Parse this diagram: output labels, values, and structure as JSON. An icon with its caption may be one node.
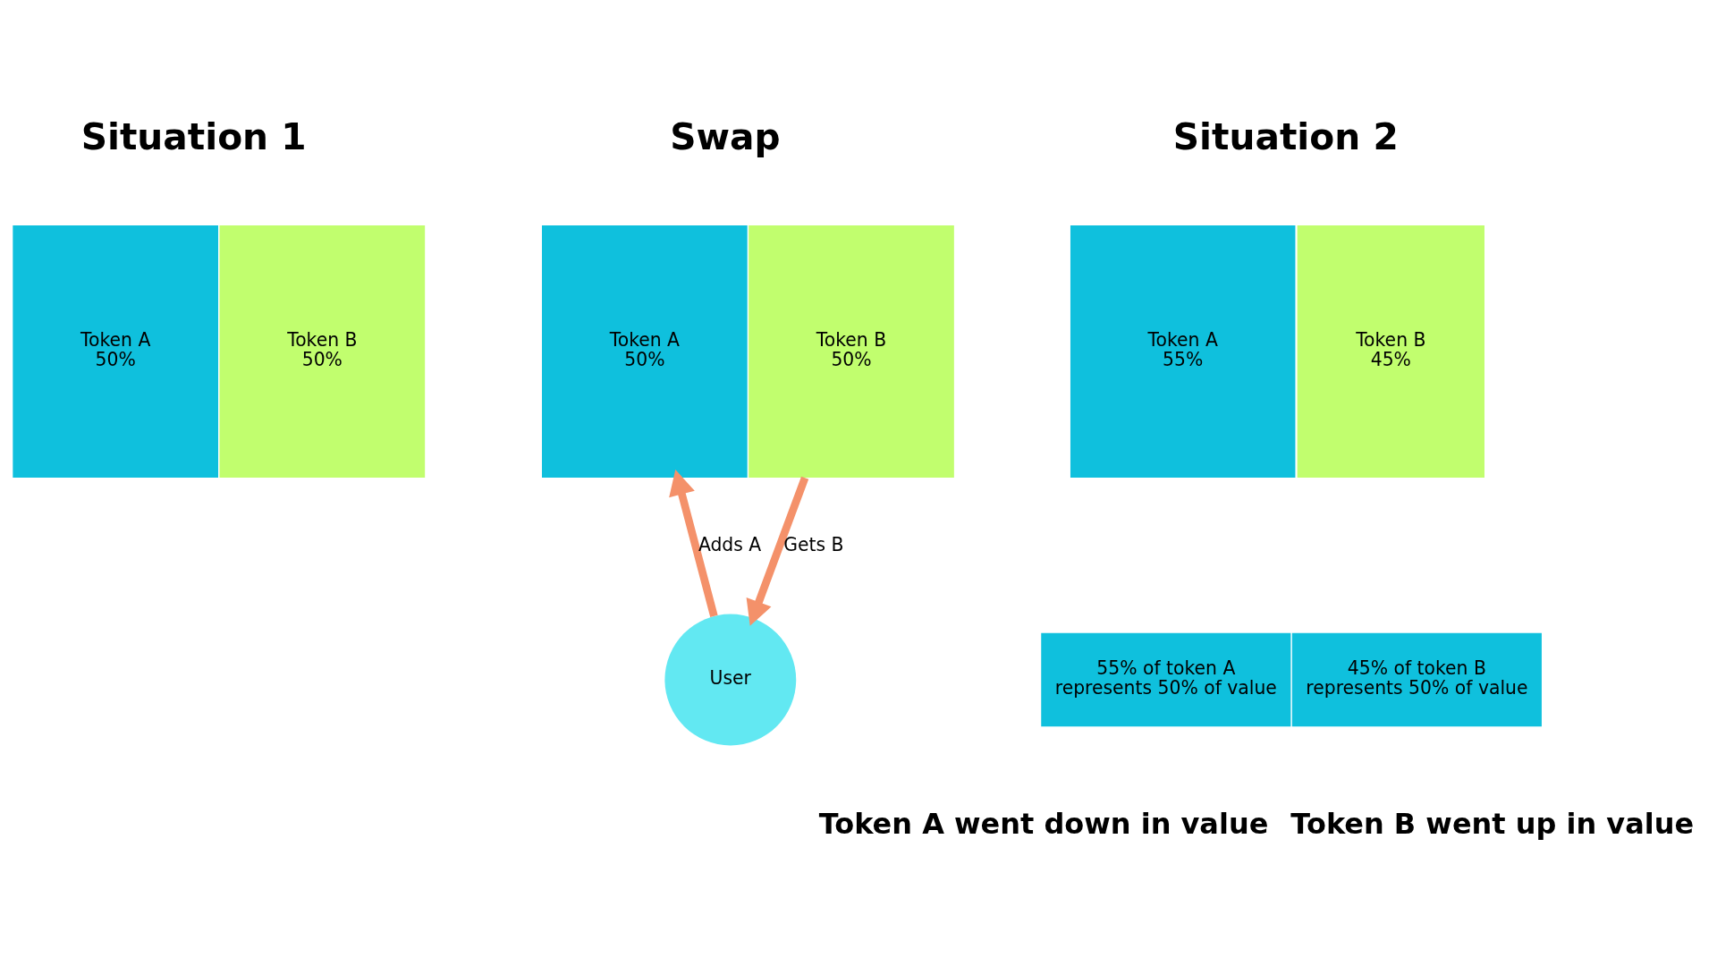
{
  "diagram": {
    "nodes": [
      {
        "text": [
          "Token A",
          "50%"
        ]
      },
      {
        "text": [
          "Token B",
          "50%"
        ]
      },
      {
        "text": [
          "Token A",
          "50%"
        ]
      },
      {
        "text": [
          "Token B",
          "50%"
        ]
      },
      {
        "text": [
          "User"
        ]
      },
      {
        "text": [
          "Token A",
          "55%"
        ]
      },
      {
        "text": [
          "Token B",
          "45%"
        ]
      },
      {
        "text": [
          "55% of token A represents 50% of value"
        ]
      },
      {
        "text": [
          "45% of token B represents 50% of value"
        ]
      }
    ],
    "edges": [
      {
        "from": 4,
        "to": 2,
        "arrow": "to",
        "label": "Adds A"
      },
      {
        "from": 3,
        "to": 4,
        "arrow": "to",
        "label": "Gets B"
      }
    ],
    "labels": [
      "Situation 1",
      "Swap",
      "Situation 2",
      "Token A went down in value",
      "Token B went up in value"
    ]
  }
}
